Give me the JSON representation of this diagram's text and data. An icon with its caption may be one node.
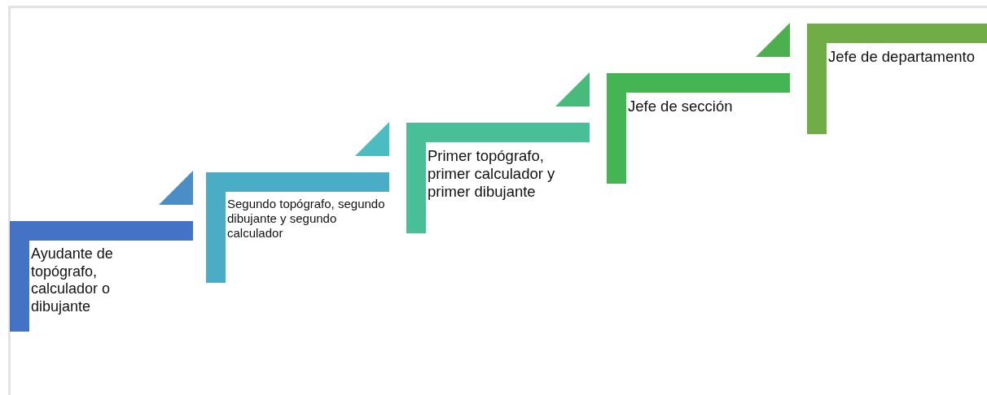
{
  "diagram": {
    "nodes": [
      {
        "text": [
          "Ayudante de topógrafo, calculador o dibujante"
        ]
      },
      {
        "text": [
          "Segundo topógrafo, segundo dibujante y segundo calculador"
        ]
      },
      {
        "text": [
          "Primer topógrafo, primer calculador y primer dibujante"
        ]
      },
      {
        "text": [
          "Jefe de sección"
        ]
      },
      {
        "text": [
          "Jefe de departamento"
        ]
      }
    ]
  }
}
